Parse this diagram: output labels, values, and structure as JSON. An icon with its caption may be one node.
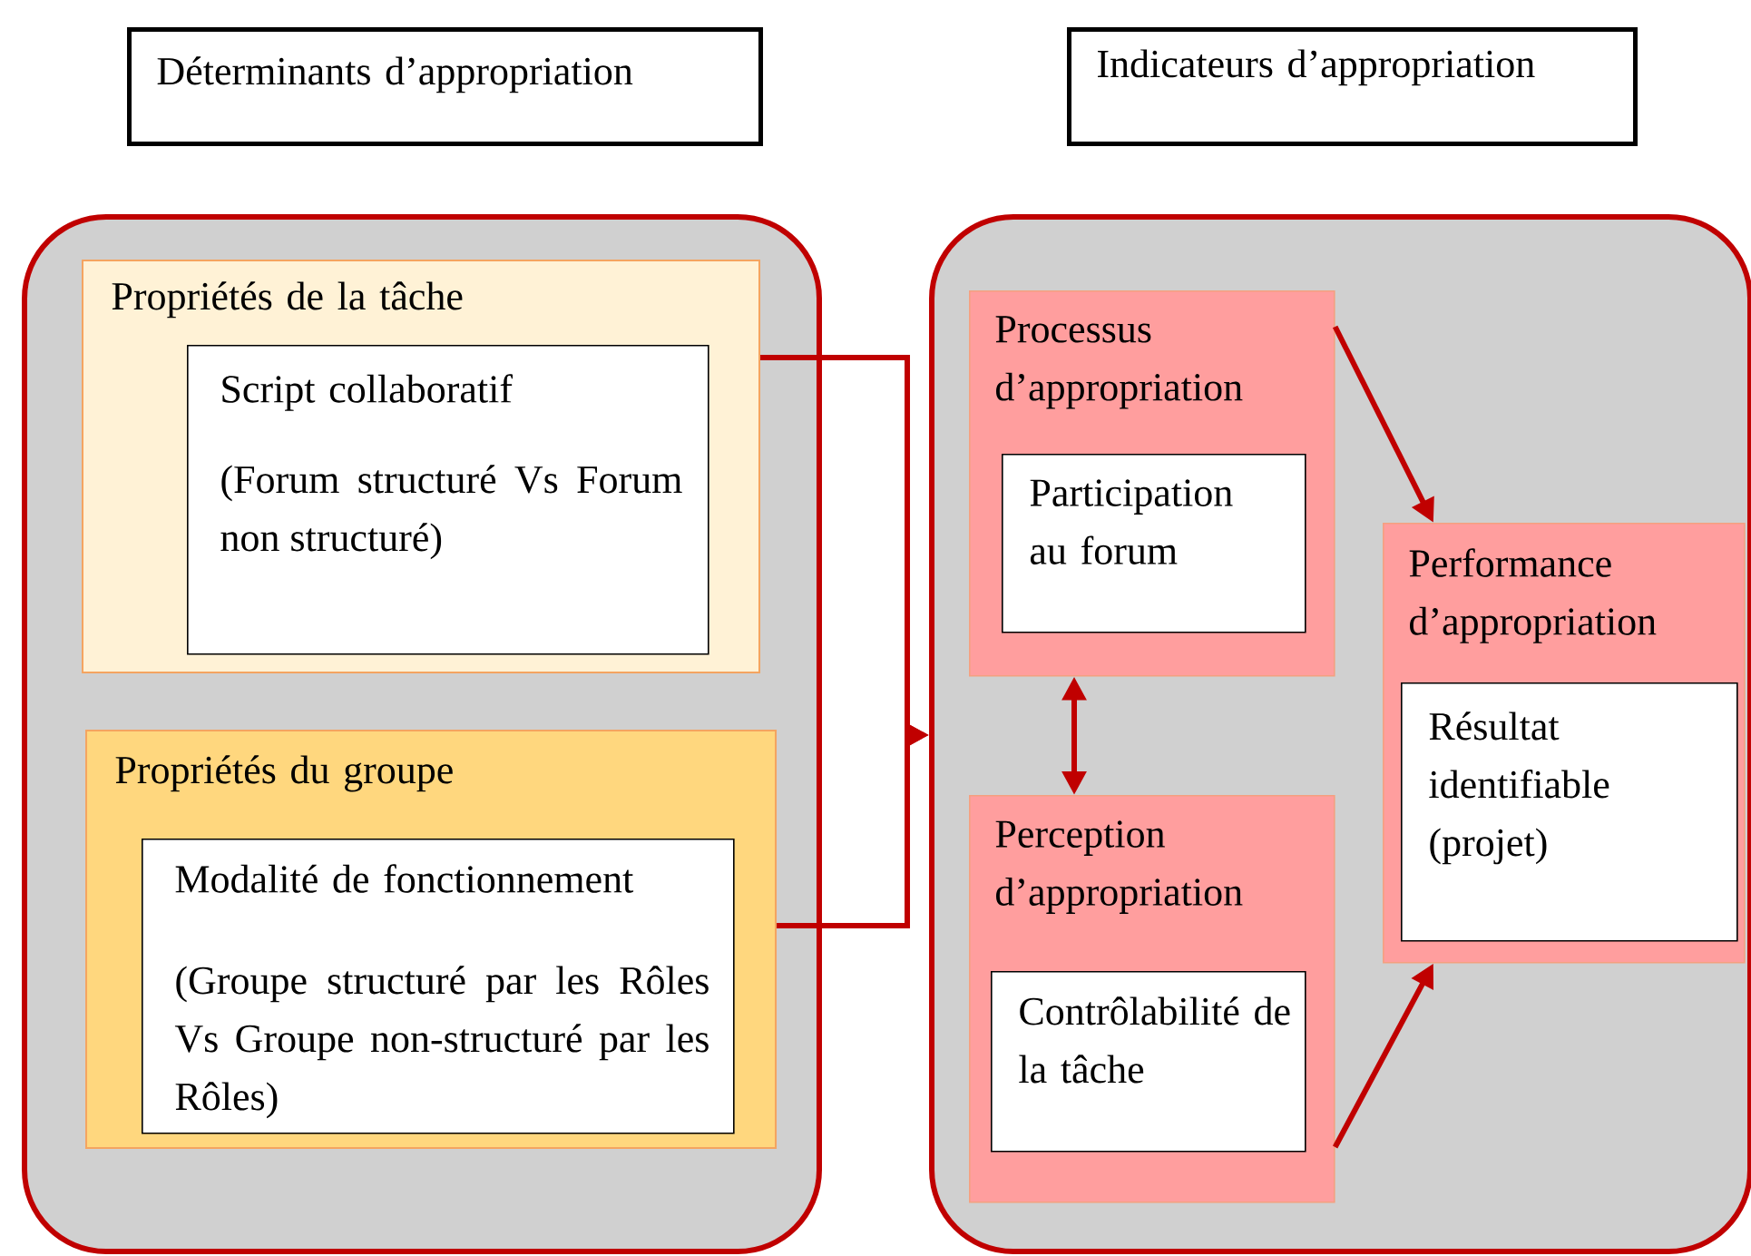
{
  "diagram": {
    "nodes": [
      {
        "text": [
          "Déterminants d’appropriation"
        ]
      },
      {
        "text": [
          "Indicateurs d’appropriation"
        ]
      },
      {
        "text": [],
        "shape": "box"
      },
      {
        "text": [
          "Propriétés de la tâche"
        ],
        "in": 2
      },
      {
        "text": [
          "Script collaboratif",
          "(Forum structuré Vs Forum non structuré)"
        ],
        "in": 3
      },
      {
        "text": [
          "Propriétés du groupe"
        ],
        "in": 2
      },
      {
        "text": [
          "Modalité de fonctionnement",
          "(Groupe structuré par les Rôles Vs Groupe non-structuré par les Rôles)"
        ],
        "in": 5
      },
      {
        "text": [],
        "shape": "box"
      },
      {
        "text": [
          "Processus d’appropriation"
        ],
        "in": 7
      },
      {
        "text": [
          "Participation au forum"
        ],
        "in": 8
      },
      {
        "text": [
          "Perception d’appropriation"
        ],
        "in": 7
      },
      {
        "text": [
          "Contrôlabilité de la tâche"
        ],
        "in": 10
      },
      {
        "text": [
          "Performance d’appropriation"
        ],
        "in": 7
      },
      {
        "text": [
          "Résultat identifiable (projet)"
        ],
        "in": 12
      }
    ],
    "edges": [
      {
        "from": 3,
        "to": 7,
        "arrow": "to"
      },
      {
        "from": 5,
        "to": 7,
        "arrow": "to"
      },
      {
        "from": 8,
        "to": 10,
        "arrow": "both"
      },
      {
        "from": 8,
        "to": 12,
        "arrow": "to"
      },
      {
        "from": 10,
        "to": 12,
        "arrow": "to"
      }
    ]
  }
}
